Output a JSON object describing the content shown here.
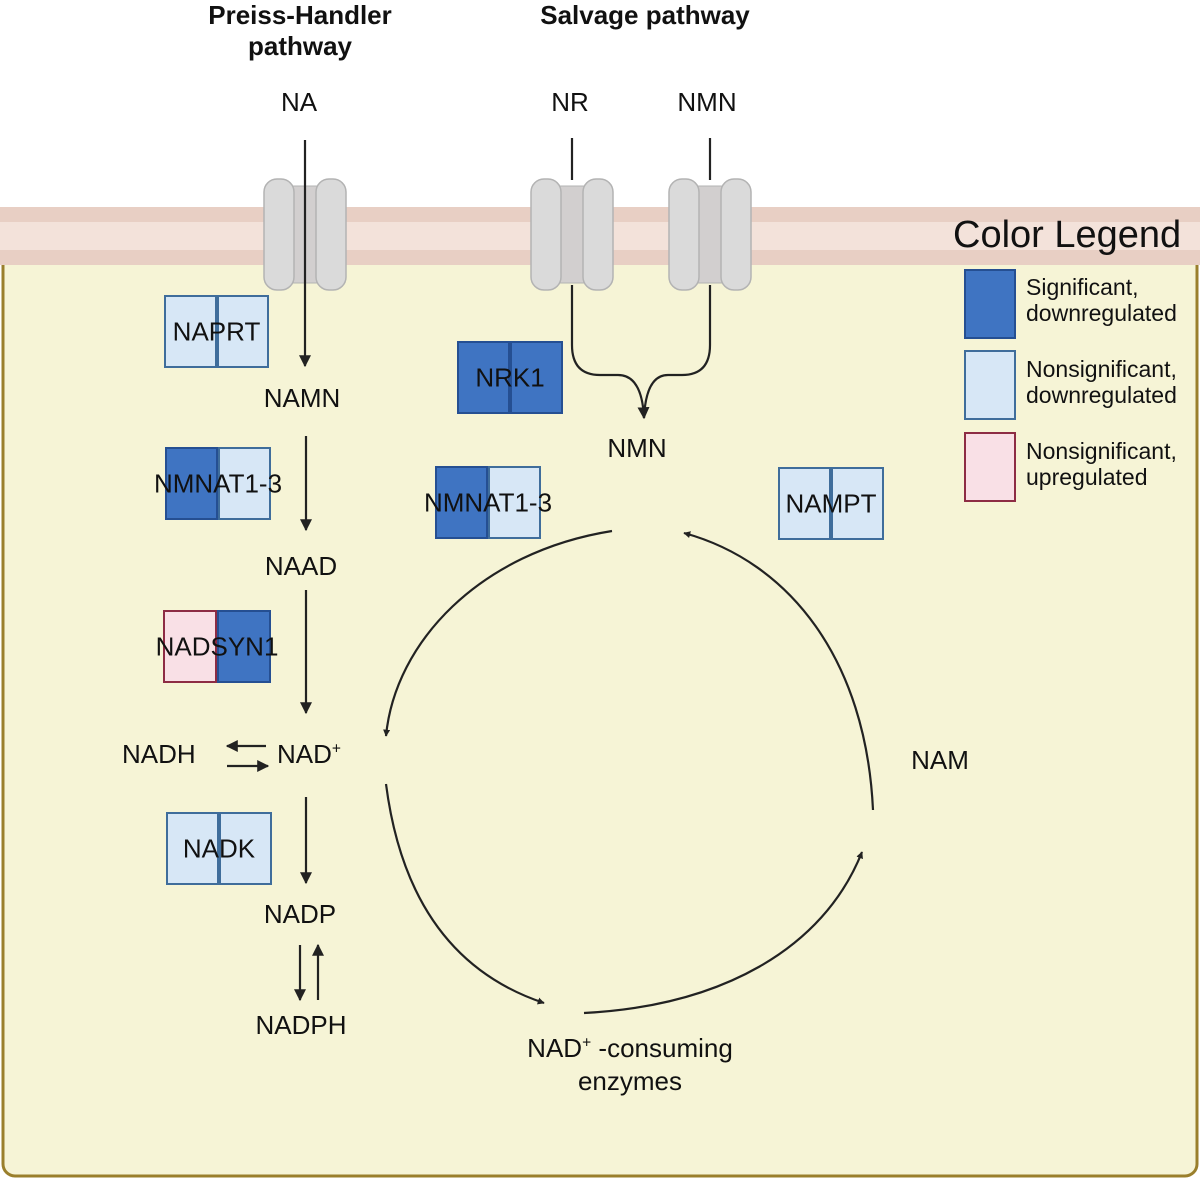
{
  "colors": {
    "sig_down": "#3f74c2",
    "sig_down_border": "#254f92",
    "nonsig_down": "#d7e7f6",
    "nonsig_down_border": "#3f6d9b",
    "nonsig_up": "#f9e0e6",
    "nonsig_up_border": "#8d2c44",
    "cell_bg": "#f6f4d6",
    "cell_border": "#9a7f2c",
    "membrane": "#e8cfc4",
    "membrane_light": "#f3e2da",
    "transporter": "#dadada",
    "transporter_stroke": "#b3b3b3"
  },
  "headers": {
    "preiss": "Preiss-Handler\npathway",
    "salvage": "Salvage pathway"
  },
  "metabolites": {
    "na": "NA",
    "nr": "NR",
    "nmn_top": "NMN",
    "namn": "NAMN",
    "naad": "NAAD",
    "nadh": "NADH",
    "nad_base": "NAD",
    "nad_sup": "+",
    "nadp": "NADP",
    "nadph": "NADPH",
    "nmn": "NMN",
    "nam": "NAM",
    "consuming_base": "NAD",
    "consuming_sup": "+",
    "consuming_rest": " -consuming",
    "consuming_line2": "enzymes"
  },
  "enzymes": {
    "naprt": {
      "label": "NAPRT",
      "left": "nonsig_down",
      "right": "nonsig_down"
    },
    "nmnat_ph": {
      "label": "NMNAT1-3",
      "left": "sig_down",
      "right": "nonsig_down"
    },
    "nadsyn1": {
      "label": "NADSYN1",
      "left": "nonsig_up",
      "right": "sig_down"
    },
    "nadk": {
      "label": "NADK",
      "left": "nonsig_down",
      "right": "nonsig_down"
    },
    "nrk1": {
      "label": "NRK1",
      "left": "sig_down",
      "right": "sig_down"
    },
    "nmnat_sal": {
      "label": "NMNAT1-3",
      "left": "sig_down",
      "right": "nonsig_down"
    },
    "nampt": {
      "label": "NAMPT",
      "left": "nonsig_down",
      "right": "nonsig_down"
    }
  },
  "legend": {
    "title": "Color Legend",
    "items": [
      {
        "key": "sig_down",
        "text": "Significant,\ndownregulated"
      },
      {
        "key": "nonsig_down",
        "text": "Nonsignificant,\ndownregulated"
      },
      {
        "key": "nonsig_up",
        "text": "Nonsignificant,\nupregulated"
      }
    ]
  }
}
